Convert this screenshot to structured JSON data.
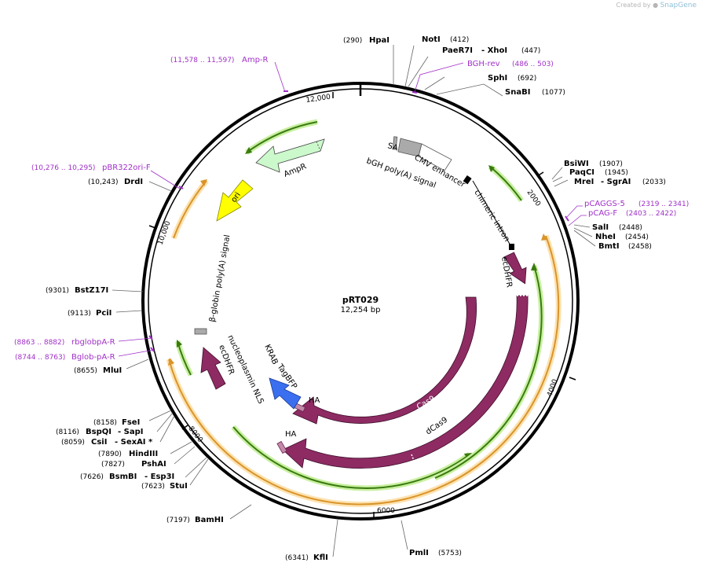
{
  "credit": {
    "prefix": "Created by",
    "brand": "SnapGene"
  },
  "plasmid": {
    "name": "pRT029",
    "length": 12254,
    "size_label": "12,254 bp"
  },
  "ticks": [
    {
      "pos": 2000,
      "label": "2000"
    },
    {
      "pos": 4000,
      "label": "4000"
    },
    {
      "pos": 6000,
      "label": "6000"
    },
    {
      "pos": 8000,
      "label": "8000"
    },
    {
      "pos": 10000,
      "label": "10,000"
    },
    {
      "pos": 12000,
      "label": "12,000"
    }
  ],
  "sites": [
    {
      "name": "HpaI",
      "pos": 290,
      "pos_label": "(290)"
    },
    {
      "name": "NotI",
      "pos": 412,
      "pos_label": "(412)"
    },
    {
      "name": "PaeR7I",
      "suffix": "- XhoI",
      "pos": 447,
      "pos_label": "(447)"
    },
    {
      "name": "SphI",
      "pos": 692,
      "pos_label": "(692)"
    },
    {
      "name": "SnaBI",
      "pos": 1077,
      "pos_label": "(1077)"
    },
    {
      "name": "BsiWI",
      "pos": 1907,
      "pos_label": "(1907)"
    },
    {
      "name": "PaqCI",
      "pos": 1945,
      "pos_label": "(1945)"
    },
    {
      "name": "MreI",
      "suffix": "- SgrAI",
      "pos": 2033,
      "pos_label": "(2033)"
    },
    {
      "name": "SalI",
      "pos": 2448,
      "pos_label": "(2448)"
    },
    {
      "name": "NheI",
      "pos": 2454,
      "pos_label": "(2454)"
    },
    {
      "name": "BmtI",
      "pos": 2458,
      "pos_label": "(2458)"
    },
    {
      "name": "PmlI",
      "pos": 5753,
      "pos_label": "(5753)"
    },
    {
      "name": "KflI",
      "pos": 6341,
      "pos_label": "(6341)"
    },
    {
      "name": "BamHI",
      "pos": 7197,
      "pos_label": "(7197)"
    },
    {
      "name": "StuI",
      "pos": 7623,
      "pos_label": "(7623)"
    },
    {
      "name": "BsmBI",
      "suffix": "- Esp3I",
      "pos": 7626,
      "pos_label": "(7626)"
    },
    {
      "name": "PshAI",
      "pos": 7827,
      "pos_label": "(7827)"
    },
    {
      "name": "HindIII",
      "pos": 7890,
      "pos_label": "(7890)"
    },
    {
      "name": "CsiI",
      "suffix": "- SexAI *",
      "pos": 8059,
      "pos_label": "(8059)"
    },
    {
      "name": "BspQI",
      "suffix": "- SapI",
      "pos": 8116,
      "pos_label": "(8116)"
    },
    {
      "name": "FseI",
      "pos": 8158,
      "pos_label": "(8158)"
    },
    {
      "name": "MluI",
      "pos": 8655,
      "pos_label": "(8655)"
    },
    {
      "name": "PciI",
      "pos": 9113,
      "pos_label": "(9113)"
    },
    {
      "name": "BstZ17I",
      "pos": 9301,
      "pos_label": "(9301)"
    },
    {
      "name": "DrdI",
      "pos": 10243,
      "pos_label": "(10,243)"
    }
  ],
  "primers": [
    {
      "name": "BGH-rev",
      "range": "(486 .. 503)",
      "pos": 494
    },
    {
      "name": "pCAGGS-5",
      "range": "(2319 .. 2341)",
      "pos": 2330
    },
    {
      "name": "pCAG-F",
      "range": "(2403 .. 2422)",
      "pos": 2412
    },
    {
      "name": "rbglobpA-R",
      "range": "(8863 .. 8882)",
      "pos": 8872
    },
    {
      "name": "Bglob-pA-R",
      "range": "(8744 .. 8763)",
      "pos": 8753
    },
    {
      "name": "pBR322ori-F",
      "range": "(10,276 .. 10,295)",
      "pos": 10285
    },
    {
      "name": "Amp-R",
      "range": "(11,578 .. 11,597)",
      "pos": 11587
    }
  ],
  "features": [
    {
      "name": "SA",
      "color": "#aaaaaa"
    },
    {
      "name": "bGH poly(A) signal",
      "color": "#aaaaaa"
    },
    {
      "name": "CMV enhancer",
      "color": "#ffffff"
    },
    {
      "name": "chimeric intron",
      "color": "#000000"
    },
    {
      "name": "ecDHFR",
      "color": "#8e2b63"
    },
    {
      "name": "Cas9",
      "color": "#8e2b63"
    },
    {
      "name": "dCas9",
      "color": "#8e2b63"
    },
    {
      "name": "HA",
      "color": "#c28aa8"
    },
    {
      "name": "HA",
      "color": "#c28aa8"
    },
    {
      "name": "KRAB",
      "color": "#8e2b63"
    },
    {
      "name": "TagBFP",
      "color": "#3a6ff0"
    },
    {
      "name": "nucleoplasmin NLS",
      "color": "#8e2b63"
    },
    {
      "name": "ecDHFR",
      "color": "#8e2b63"
    },
    {
      "name": "β-globin poly(A) signal",
      "color": "#aaaaaa"
    },
    {
      "name": "ori",
      "color": "#ffff00"
    },
    {
      "name": "AmpR",
      "color": "#ccf9cc"
    }
  ],
  "colors": {
    "backbone": "#000000",
    "primer": "#a030c8",
    "orf_green": "#3a7a10",
    "orf_glow": "#c8f0a0",
    "orange": "#d9942a",
    "orange_glow": "#fde2b0"
  }
}
